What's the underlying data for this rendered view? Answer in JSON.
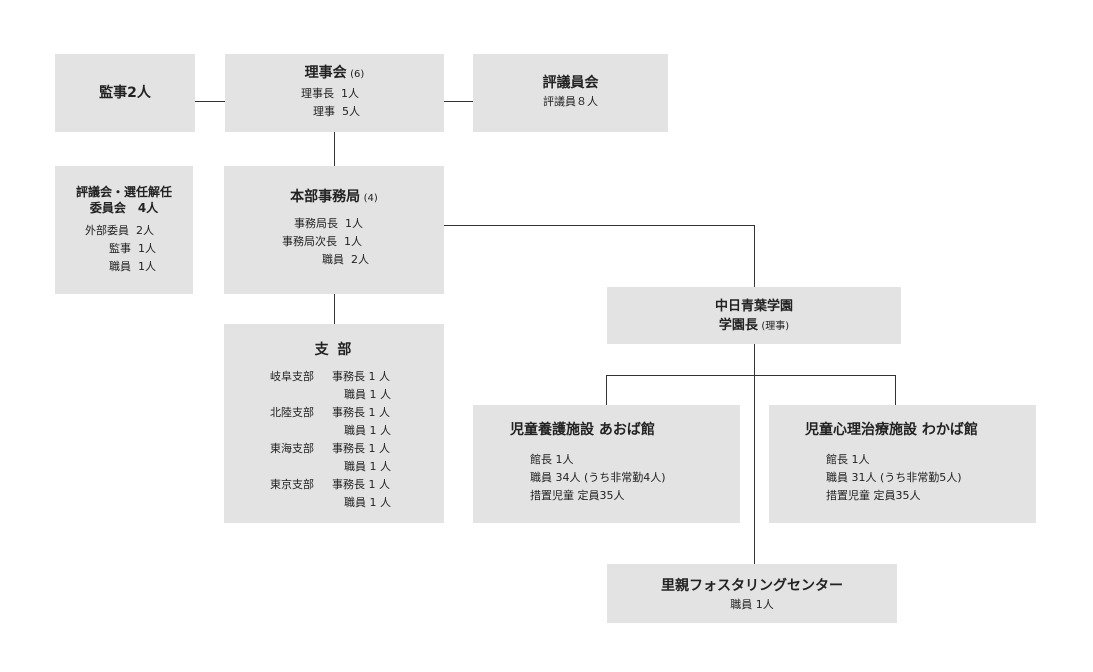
{
  "auditor": {
    "title": "監事2人"
  },
  "board": {
    "title": "理事会",
    "count": "(6)",
    "rows": [
      {
        "label": "理事長",
        "value": "1人"
      },
      {
        "label": "理事",
        "value": "5人"
      }
    ]
  },
  "council": {
    "title": "評議員会",
    "sub": "評議員８人"
  },
  "selection_committee": {
    "title_line1": "評議会・選任解任",
    "title_line2": "委員会　4人",
    "rows": [
      {
        "label": "外部委員",
        "value": "2人"
      },
      {
        "label": "監事",
        "value": "1人"
      },
      {
        "label": "職員",
        "value": "1人"
      }
    ]
  },
  "head_office": {
    "title": "本部事務局",
    "count": "(4)",
    "rows": [
      {
        "label": "事務局長",
        "value": "1人"
      },
      {
        "label": "事務局次長",
        "value": "1人"
      },
      {
        "label": "職員",
        "value": "2人"
      }
    ]
  },
  "branches": {
    "title": "支 部",
    "rows": [
      {
        "branch": "岐阜支部",
        "role": "事務長",
        "value": "1 人"
      },
      {
        "branch": "",
        "role": "職員",
        "value": "1 人"
      },
      {
        "branch": "北陸支部",
        "role": "事務長",
        "value": "1 人"
      },
      {
        "branch": "",
        "role": "職員",
        "value": "1 人"
      },
      {
        "branch": "東海支部",
        "role": "事務長",
        "value": "1 人"
      },
      {
        "branch": "",
        "role": "職員",
        "value": "1 人"
      },
      {
        "branch": "東京支部",
        "role": "事務長",
        "value": "1 人"
      },
      {
        "branch": "",
        "role": "職員",
        "value": "1 人"
      }
    ]
  },
  "school": {
    "title": "中日青葉学園",
    "head": "学園長",
    "head_note": "(理事)"
  },
  "aoba": {
    "title": "児童養護施設 あおば館",
    "lines": [
      "館長 1人",
      "職員 34人 (うち非常勤4人)",
      "措置児童 定員35人"
    ]
  },
  "wakaba": {
    "title": "児童心理治療施設 わかば館",
    "lines": [
      "館長 1人",
      "職員 31人 (うち非常勤5人)",
      "措置児童 定員35人"
    ]
  },
  "foster": {
    "title": "里親フォスタリングセンター",
    "sub": "職員 1人"
  }
}
